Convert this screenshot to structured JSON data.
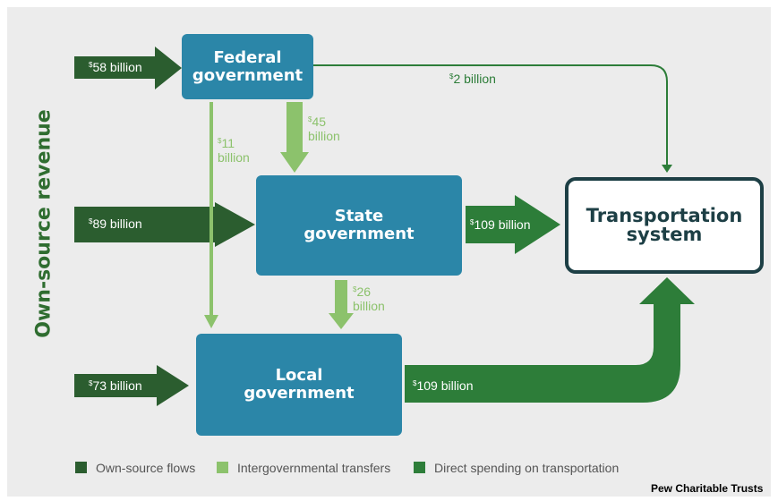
{
  "sidebar_title": "Own-source revenue",
  "nodes": {
    "federal": [
      "Federal",
      "government"
    ],
    "state": [
      "State",
      "government"
    ],
    "local": [
      "Local",
      "government"
    ],
    "transport": [
      "Transportation",
      "system"
    ]
  },
  "flows": {
    "federal_own": {
      "currency": "$",
      "amount": "58 billion"
    },
    "state_own": {
      "currency": "$",
      "amount": "89 billion"
    },
    "local_own": {
      "currency": "$",
      "amount": "73 billion"
    },
    "federal_to_transport": {
      "currency": "$",
      "amount": "2 billion"
    },
    "federal_to_state": {
      "currency": "$",
      "amount": "45",
      "unit": "billion"
    },
    "federal_to_local": {
      "currency": "$",
      "amount": "11",
      "unit": "billion"
    },
    "state_to_local": {
      "currency": "$",
      "amount": "26",
      "unit": "billion"
    },
    "state_to_transport": {
      "currency": "$",
      "amount": "109 billion"
    },
    "local_to_transport": {
      "currency": "$",
      "amount": "109 billion"
    }
  },
  "legend": [
    {
      "label": "Own-source flows",
      "color": "#2b5d2f"
    },
    {
      "label": "Intergovernmental transfers",
      "color": "#8cc26c"
    },
    {
      "label": "Direct spending on transportation",
      "color": "#2d7d39"
    }
  ],
  "colors": {
    "own_source": "#2b5d2f",
    "transfer": "#8cc26c",
    "direct": "#2d7d39",
    "government_box": "#2b86a8",
    "transport_border": "#1d3f45"
  },
  "credit": "Pew Charitable Trusts"
}
